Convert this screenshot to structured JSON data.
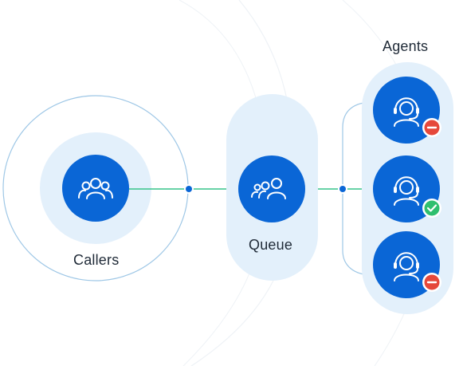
{
  "labels": {
    "callers": "Callers",
    "queue": "Queue",
    "agents": "Agents"
  },
  "colors": {
    "primary_blue": "#0a66d6",
    "soft_blue": "#e3f0fb",
    "outline": "#9ec7e6",
    "connector_green": "#37c48a",
    "status_busy": "#e5483b",
    "status_available": "#2fbf6f",
    "text": "#1f2a37"
  },
  "icons": {
    "callers": "users-icon",
    "queue": "users-queue-icon",
    "agent": "headset-agent-icon"
  },
  "agents": [
    {
      "status": "busy"
    },
    {
      "status": "available"
    },
    {
      "status": "busy"
    }
  ]
}
